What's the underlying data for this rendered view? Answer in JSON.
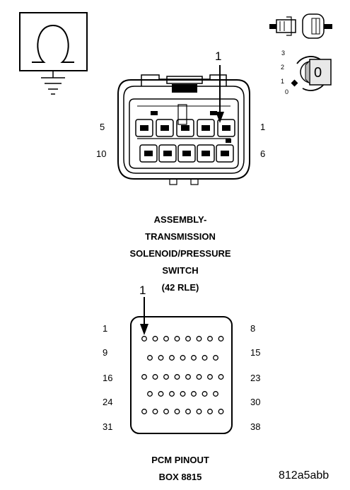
{
  "connector": {
    "callout": "1",
    "pin_labels": {
      "top_left": "5",
      "top_right": "1",
      "bottom_left": "10",
      "bottom_right": "6"
    },
    "title_lines": [
      "ASSEMBLY-",
      "TRANSMISSION",
      "SOLENOID/PRESSURE",
      "SWITCH",
      "(42 RLE)"
    ]
  },
  "key_icon": {
    "positions": [
      "3",
      "2",
      "1",
      "0"
    ],
    "key_label": "0"
  },
  "pcm": {
    "callout": "1",
    "row_labels": [
      {
        "left": "1",
        "right": "8"
      },
      {
        "left": "9",
        "right": "15"
      },
      {
        "left": "16",
        "right": "23"
      },
      {
        "left": "24",
        "right": "30"
      },
      {
        "left": "31",
        "right": "38"
      }
    ],
    "title_lines": [
      "PCM PINOUT",
      "BOX 8815"
    ]
  },
  "figure_id": "812a5abb"
}
